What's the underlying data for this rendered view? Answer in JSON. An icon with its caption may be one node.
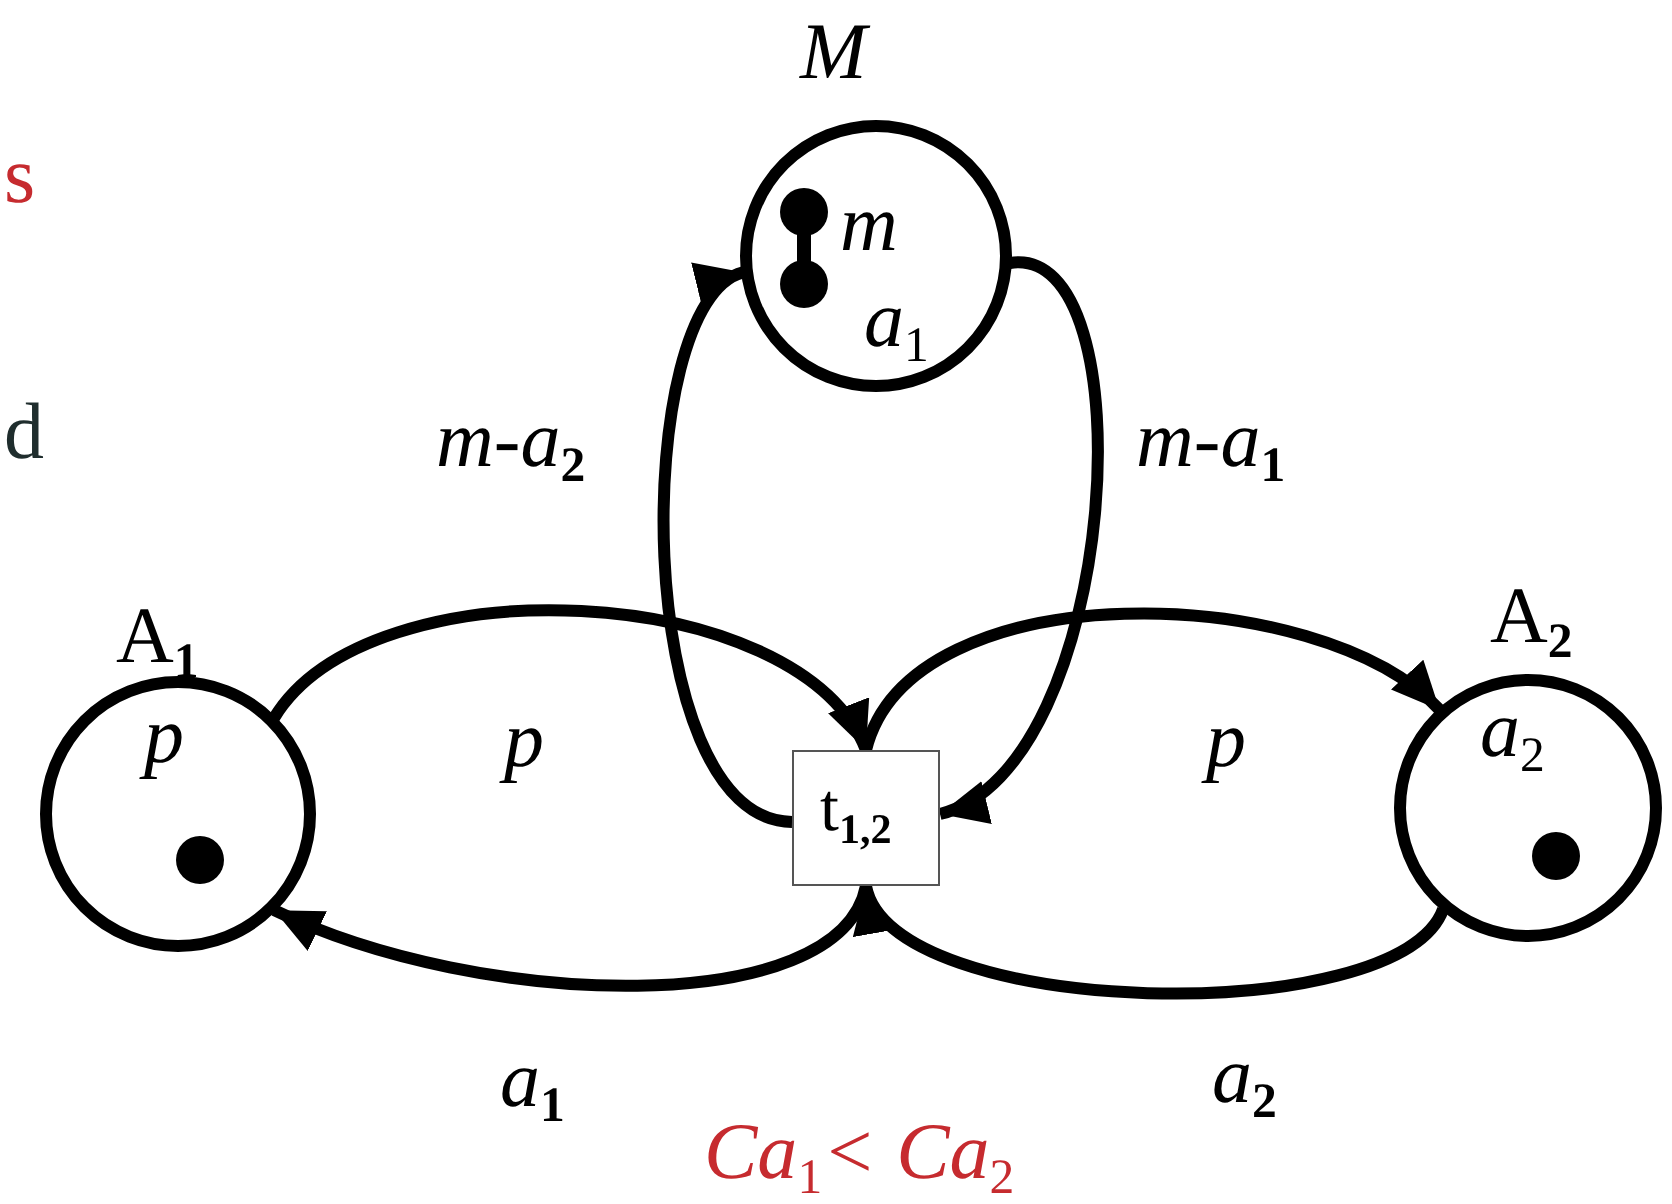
{
  "diagram": {
    "nodes": [
      {
        "text": [
          "M",
          "m",
          "a$_{1}$"
        ]
      },
      {
        "text": [
          "A$_{1}$",
          "p"
        ]
      },
      {
        "text": [
          "t$_{1,2}$"
        ]
      },
      {
        "text": [
          "A$_{2}$",
          "a$_{2}$"
        ]
      }
    ],
    "edges": [
      {
        "from": 1,
        "to": 2,
        "arrow": "to",
        "label": "p"
      },
      {
        "from": 2,
        "to": 1,
        "arrow": "to",
        "label": "a$_{1}$"
      },
      {
        "from": 2,
        "to": 0,
        "arrow": "to",
        "label": "m-a$_{2}$"
      },
      {
        "from": 0,
        "to": 2,
        "arrow": "to",
        "label": "m-a$_{1}$"
      },
      {
        "from": 2,
        "to": 3,
        "arrow": "to",
        "label": "p"
      },
      {
        "from": 3,
        "to": 2,
        "arrow": "to",
        "label": "a$_{2}$"
      }
    ],
    "labels": [
      "s",
      "d",
      "Ca$_{1}$< Ca$_{2}$"
    ]
  }
}
